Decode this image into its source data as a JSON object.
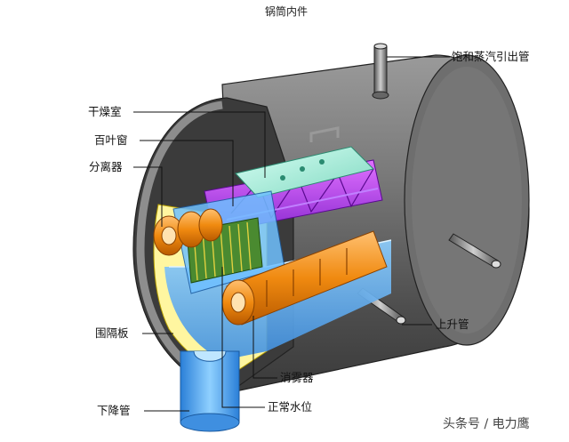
{
  "diagram": {
    "title": "锅筒内件",
    "labels": {
      "saturated_steam_outlet": "饱和蒸汽引出管",
      "drying_chamber": "干燥室",
      "louver": "百叶窗",
      "separator": "分离器",
      "baffle_plate": "围隔板",
      "downcomer": "下降管",
      "riser": "上升管",
      "mist_eliminator": "消雾器",
      "normal_water_level": "正常水位"
    },
    "watermark": "头条号 / 电力鹰"
  }
}
